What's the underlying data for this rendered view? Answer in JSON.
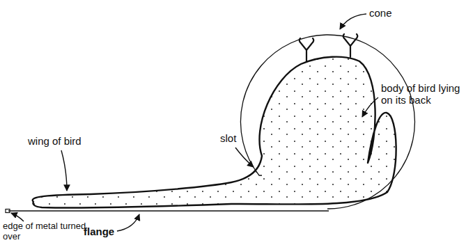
{
  "diagram": {
    "labels": [
      "cone",
      "body of bird lying on its back",
      "wing of bird",
      "slot",
      "edge of metal turned over",
      "flange"
    ]
  }
}
